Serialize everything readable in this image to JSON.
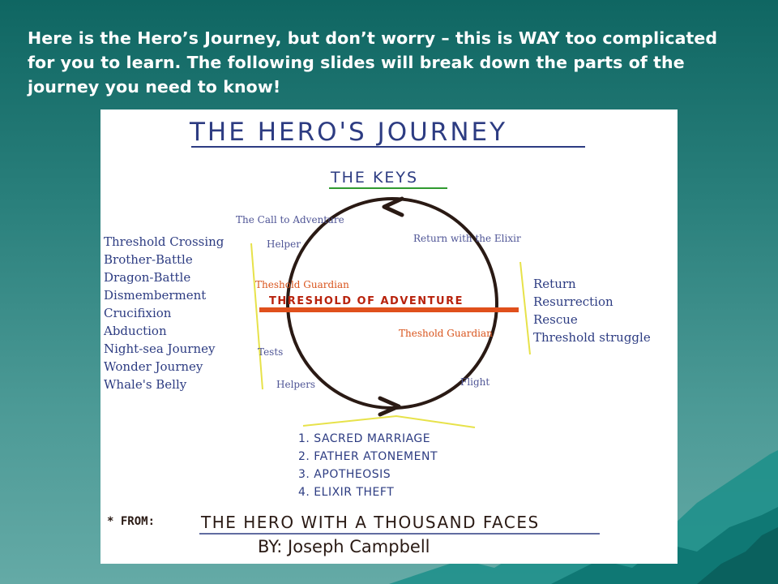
{
  "slide": {
    "caption": "Here is the Hero’s Journey, but don’t worry – this is WAY too complicated for you to learn.  The following slides will break down the parts of the journey you need to know!"
  },
  "diagram": {
    "title": "THE HERO'S JOURNEY",
    "subtitle": "THE KEYS",
    "threshold_banner": "THRESHOLD OF ADVENTURE",
    "circle_labels": {
      "call_to_adventure": "The Call to Adventure",
      "helper": "Helper",
      "return_with_elixir": "Return with the Elixir",
      "guardian_left": "Theshold Guardian",
      "guardian_right": "Theshold Guardian",
      "tests": "Tests",
      "helpers": "Helpers",
      "flight": "Flight"
    },
    "left_list": [
      "Threshold Crossing",
      "Brother-Battle",
      "Dragon-Battle",
      "Dismemberment",
      "Crucifixion",
      "Abduction",
      "Night-sea Journey",
      "Wonder Journey",
      "Whale's Belly"
    ],
    "right_list": [
      "Return",
      "Resurrection",
      "Rescue",
      "Threshold struggle"
    ],
    "bottom_list": [
      "1. SACRED MARRIAGE",
      "2. FATHER ATONEMENT",
      "3. APOTHEOSIS",
      "4. ELIXIR THEFT"
    ],
    "source_prefix": "* FROM:",
    "source_book": "THE HERO WITH A THOUSAND FACES",
    "source_author": "BY: Joseph Campbell",
    "colors": {
      "title_blue": "#2d3c82",
      "circle_brown": "#2a1a14",
      "banner_orange": "#e0501c",
      "banner_red": "#b8220c",
      "subtitle_green": "#2f9a2f",
      "label_blue": "#4f5596",
      "label_orange": "#d9541c",
      "bracket_yellow": "#e7e24a"
    }
  }
}
